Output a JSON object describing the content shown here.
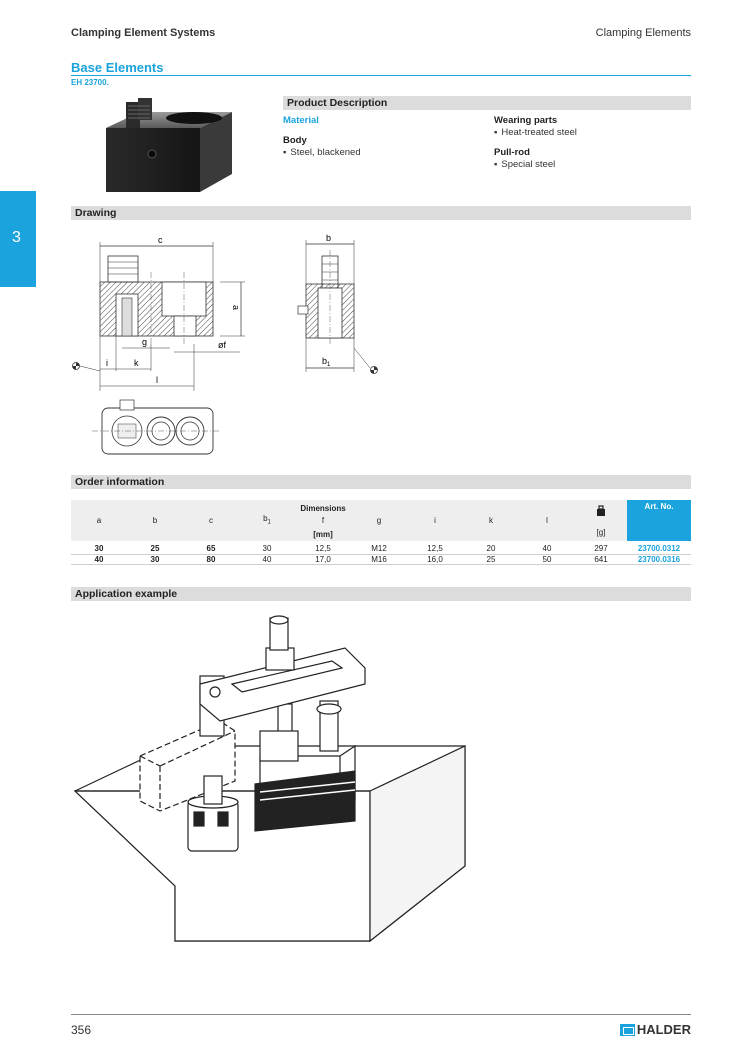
{
  "header": {
    "left": "Clamping Element Systems",
    "right": "Clamping Elements"
  },
  "chapter_tab": "3",
  "title": "Base Elements",
  "subtitle": "EH 23700.",
  "product_description": {
    "heading": "Product Description",
    "material_label": "Material",
    "body_label": "Body",
    "body_value": "Steel, blackened",
    "wearing_label": "Wearing parts",
    "wearing_value": "Heat-treated steel",
    "pullrod_label": "Pull-rod",
    "pullrod_value": "Special steel"
  },
  "drawing": {
    "heading": "Drawing",
    "labels": {
      "c": "c",
      "a": "a",
      "g": "g",
      "f": "øf",
      "i": "i",
      "k": "k",
      "l": "l",
      "b": "b",
      "b1": "b",
      "b1_sub": "1"
    }
  },
  "order": {
    "heading": "Order information",
    "dimensions_label": "Dimensions",
    "unit_mm": "[mm]",
    "unit_g": "[g]",
    "artno_label": "Art. No.",
    "columns": [
      "a",
      "b",
      "c",
      "b",
      "f",
      "g",
      "i",
      "k",
      "l"
    ],
    "b1_sub": "1",
    "rows": [
      {
        "a": "30",
        "b": "25",
        "c": "65",
        "b1": "30",
        "f": "12,5",
        "g": "M12",
        "i": "12,5",
        "k": "20",
        "l": "40",
        "weight": "297",
        "artno": "23700.0312"
      },
      {
        "a": "40",
        "b": "30",
        "c": "80",
        "b1": "40",
        "f": "17,0",
        "g": "M16",
        "i": "16,0",
        "k": "25",
        "l": "50",
        "weight": "641",
        "artno": "23700.0316"
      }
    ]
  },
  "application": {
    "heading": "Application example"
  },
  "footer": {
    "page": "356",
    "brand": "HALDER"
  },
  "colors": {
    "accent": "#1aa3dc",
    "bar": "#dcdcdc"
  }
}
